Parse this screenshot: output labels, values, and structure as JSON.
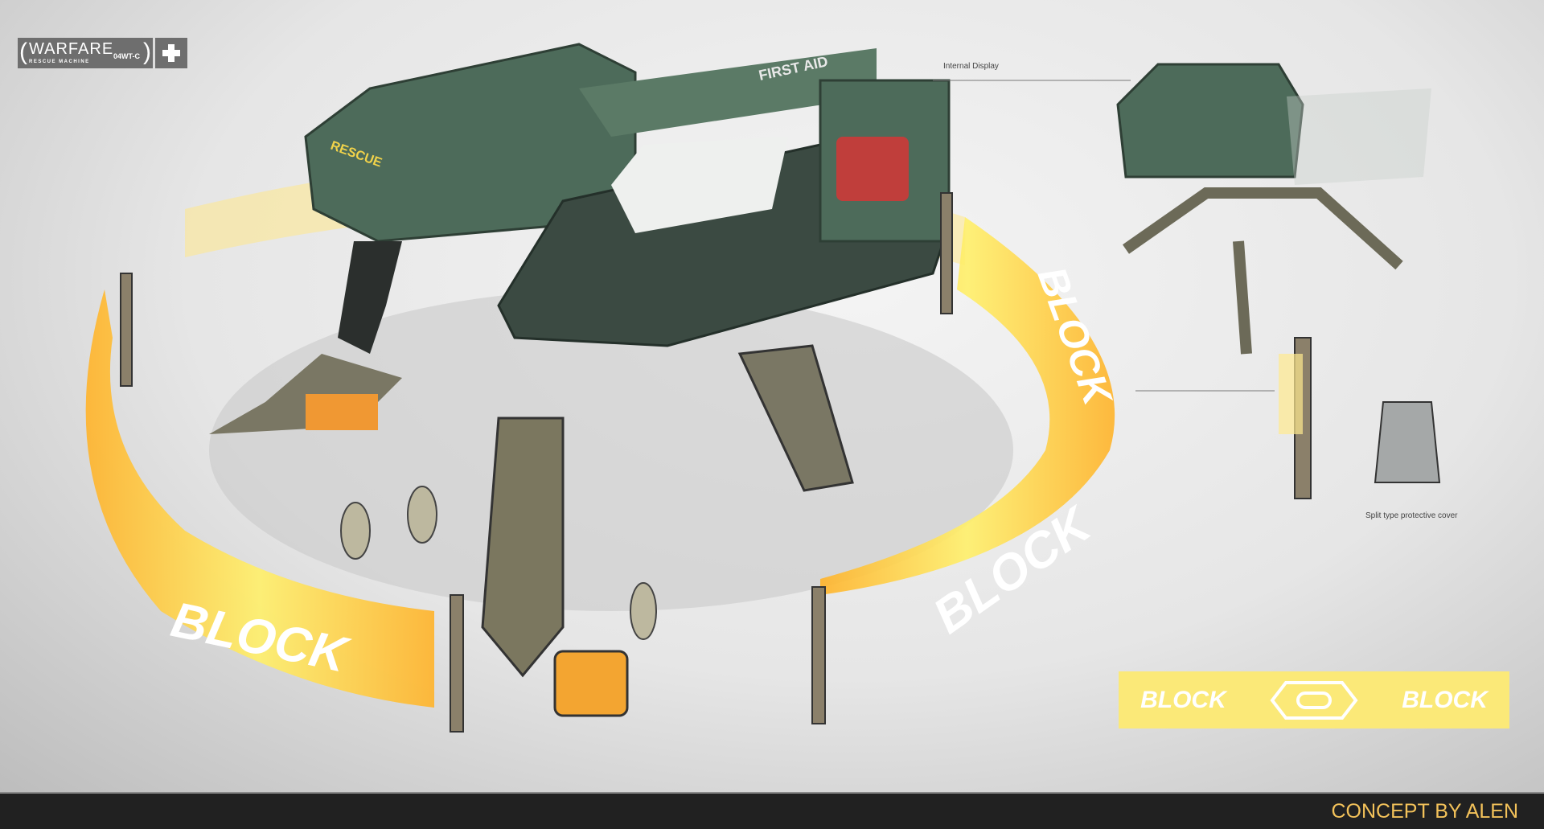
{
  "logo": {
    "title": "WARFARE",
    "subtitle": "RESCUE MACHINE",
    "code": "04WT-C",
    "icon": "medical-cross-icon"
  },
  "labels": {
    "internal_display": "Internal Display",
    "split_cover": "Split type protective cover"
  },
  "banner": {
    "left_text": "BLOCK",
    "right_text": "BLOCK"
  },
  "ring_text": [
    "BLOCK",
    "BLOCK",
    "BLOCK"
  ],
  "vehicle_marks": {
    "side": "FIRST AID",
    "front": "RESCUE"
  },
  "footer": {
    "credit": "CONCEPT BY ALEN"
  },
  "colors": {
    "hull": "#4d6b5a",
    "barrier": "#ffd23a",
    "accent": "#f3a531",
    "footer": "#212121",
    "credit": "#f3c25a"
  }
}
